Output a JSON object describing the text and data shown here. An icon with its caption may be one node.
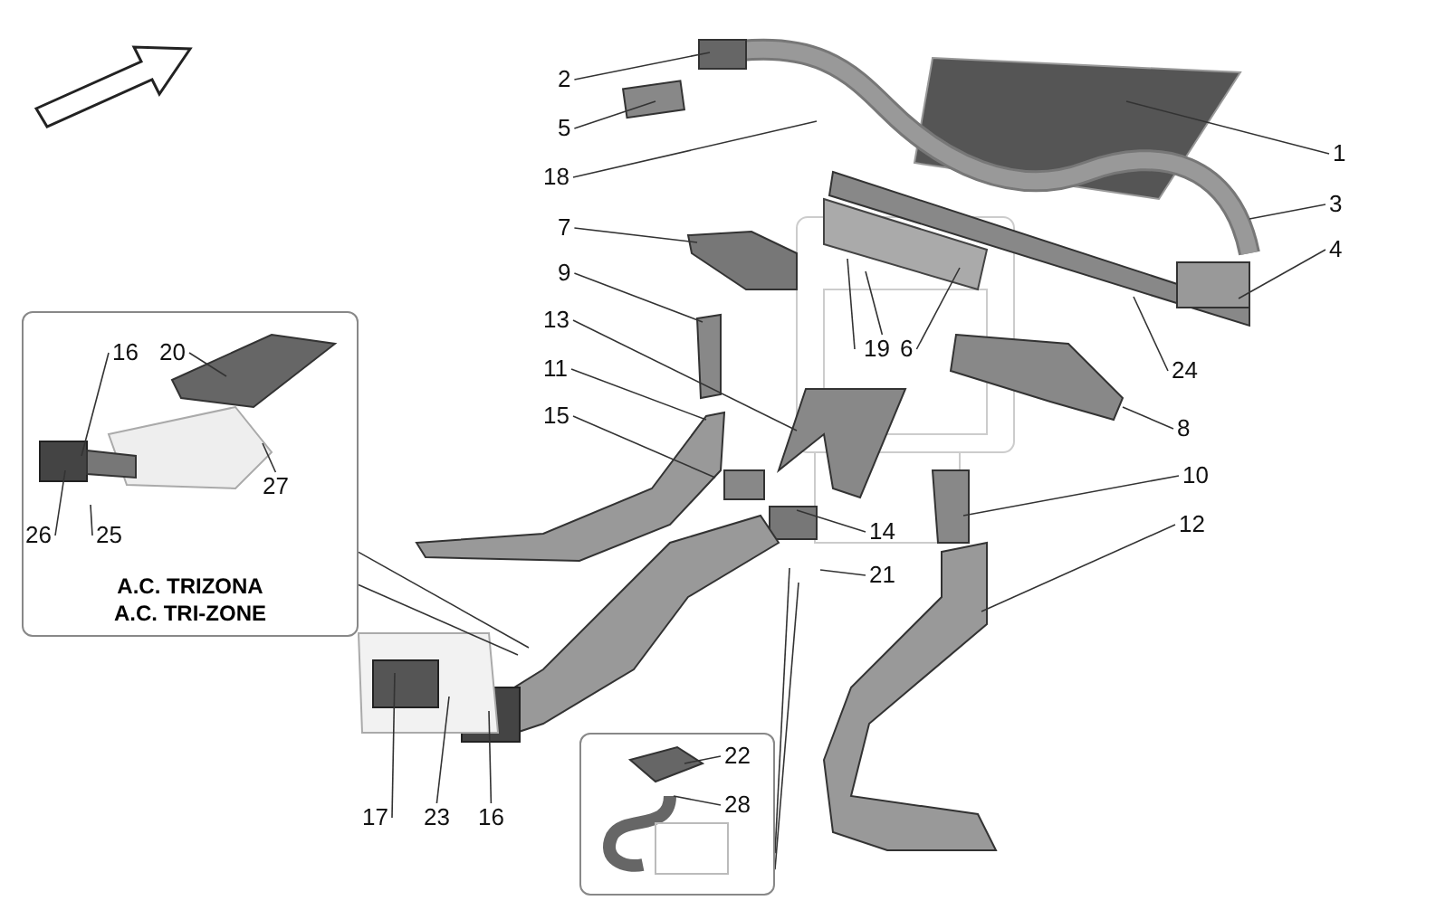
{
  "diagram": {
    "nodes": [
      {
        "text": [
          "2"
        ]
      },
      {
        "text": [
          "5"
        ]
      },
      {
        "text": [
          "18"
        ]
      },
      {
        "text": [
          "1"
        ]
      },
      {
        "text": [
          "7"
        ]
      },
      {
        "text": [
          "3"
        ]
      },
      {
        "text": [
          "4"
        ]
      },
      {
        "text": [
          "9"
        ]
      },
      {
        "text": [
          "13"
        ]
      },
      {
        "text": [
          "19"
        ]
      },
      {
        "text": [
          "6"
        ]
      },
      {
        "text": [
          "24"
        ]
      },
      {
        "text": [
          "A.C. TRIZONA",
          "A.C. TRI-ZONE"
        ]
      },
      {
        "text": [
          "16"
        ],
        "in": 12
      },
      {
        "text": [
          "20"
        ],
        "in": 12
      },
      {
        "text": [
          "27"
        ],
        "in": 12
      },
      {
        "text": [
          "26"
        ],
        "in": 12
      },
      {
        "text": [
          "25"
        ],
        "in": 12
      },
      {
        "text": [
          "11"
        ]
      },
      {
        "text": [
          "8"
        ]
      },
      {
        "text": [
          "15"
        ]
      },
      {
        "text": [
          "10"
        ]
      },
      {
        "text": [
          "14"
        ]
      },
      {
        "text": [
          "12"
        ]
      },
      {
        "text": [
          "21"
        ]
      },
      {
        "text": [],
        "shape": "box"
      },
      {
        "text": [
          "22"
        ],
        "in": 25
      },
      {
        "text": [
          "28"
        ],
        "in": 25
      },
      {
        "text": [
          "17"
        ]
      },
      {
        "text": [
          "23"
        ]
      },
      {
        "text": [
          "16"
        ]
      }
    ],
    "edges": [
      {
        "from": 0,
        "to": null,
        "arrow": "none"
      },
      {
        "from": 1,
        "to": null,
        "arrow": "none"
      },
      {
        "from": 2,
        "to": null,
        "arrow": "none"
      },
      {
        "from": 3,
        "to": null,
        "arrow": "none"
      },
      {
        "from": 4,
        "to": null,
        "arrow": "none"
      },
      {
        "from": 5,
        "to": null,
        "arrow": "none"
      },
      {
        "from": 6,
        "to": null,
        "arrow": "none"
      },
      {
        "from": 7,
        "to": null,
        "arrow": "none"
      },
      {
        "from": 8,
        "to": null,
        "arrow": "none"
      },
      {
        "from": 9,
        "to": null,
        "arrow": "none"
      },
      {
        "from": 9,
        "to": null,
        "arrow": "none"
      },
      {
        "from": 10,
        "to": null,
        "arrow": "none"
      },
      {
        "from": 11,
        "to": null,
        "arrow": "none"
      },
      {
        "from": 12,
        "to": null,
        "arrow": "none"
      },
      {
        "from": 12,
        "to": null,
        "arrow": "none"
      },
      {
        "from": 13,
        "to": null,
        "arrow": "none"
      },
      {
        "from": 14,
        "to": null,
        "arrow": "none"
      },
      {
        "from": 15,
        "to": null,
        "arrow": "none"
      },
      {
        "from": 16,
        "to": null,
        "arrow": "none"
      },
      {
        "from": 17,
        "to": null,
        "arrow": "none"
      },
      {
        "from": 18,
        "to": null,
        "arrow": "none"
      },
      {
        "from": 19,
        "to": null,
        "arrow": "none"
      },
      {
        "from": 20,
        "to": null,
        "arrow": "none"
      },
      {
        "from": 21,
        "to": null,
        "arrow": "none"
      },
      {
        "from": 22,
        "to": null,
        "arrow": "none"
      },
      {
        "from": 23,
        "to": null,
        "arrow": "none"
      },
      {
        "from": 24,
        "to": null,
        "arrow": "none"
      },
      {
        "from": 25,
        "to": null,
        "arrow": "none"
      },
      {
        "from": 25,
        "to": null,
        "arrow": "none"
      },
      {
        "from": 26,
        "to": null,
        "arrow": "none"
      },
      {
        "from": 27,
        "to": null,
        "arrow": "none"
      },
      {
        "from": 28,
        "to": null,
        "arrow": "none"
      },
      {
        "from": 29,
        "to": null,
        "arrow": "none"
      },
      {
        "from": 30,
        "to": null,
        "arrow": "none"
      }
    ]
  }
}
